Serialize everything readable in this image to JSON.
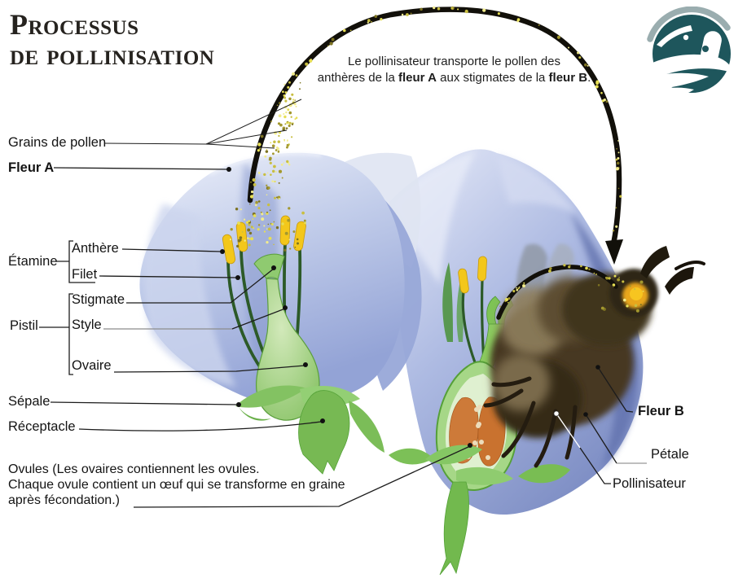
{
  "title": {
    "line1": "Processus",
    "line2": "de pollinisation"
  },
  "annotation": {
    "line1": "Le pollinisateur transporte le pollen des",
    "line2_pre": "anthères de la ",
    "fleur_a_bold": "fleur A",
    "line2_mid": " aux stigmates de la ",
    "fleur_b_bold": "fleur B",
    "line2_end": "."
  },
  "labels": {
    "grains_de_pollen": "Grains de pollen",
    "fleur_a": "Fleur A",
    "etamine": "Étamine",
    "anthere": "Anthère",
    "filet": "Filet",
    "stigmate": "Stigmate",
    "pistil": "Pistil",
    "style": "Style",
    "ovaire": "Ovaire",
    "sepale": "Sépale",
    "receptacle": "Réceptacle",
    "ovules_line1": "Ovules (Les ovaires contiennent les ovules.",
    "ovules_line2": "Chaque ovule contient un œuf qui se transforme en graine",
    "ovules_line3": "après fécondation.)",
    "fleur_b": "Fleur B",
    "petale": "Pétale",
    "pollinisateur": "Pollinisateur"
  },
  "icons": {
    "logo": "duck-logo"
  },
  "colors": {
    "petal_light": "#e8ecf8",
    "petal_mid": "#aab7e0",
    "petal_deep": "#7f8fc5",
    "pistil_green": "#8ccb60",
    "anther_yellow": "#f3c71b",
    "ovule_orange": "#cd7a39",
    "arc_black": "#12100a",
    "pollen_yellow": "#e7df55",
    "logo_teal": "#1e565c",
    "logo_gray": "#9aadaf",
    "text": "#141414"
  }
}
